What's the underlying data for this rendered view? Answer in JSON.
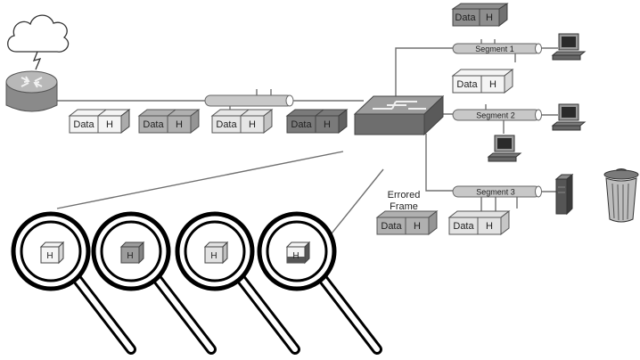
{
  "colors": {
    "frame_white": "#f4f4f4",
    "frame_light_gray": "#b0b0b0",
    "frame_medium_gray": "#8e8e8e",
    "frame_dark_gray": "#6c6c6c",
    "cable": "#c8c8c8",
    "switch": "#8a8a8a",
    "router": "#9a9a9a"
  },
  "icons": {
    "cloud": "cloud-icon",
    "router": "router-icon",
    "switch": "switch-icon",
    "workstation": "workstation-icon",
    "server": "server-icon",
    "trash": "trash-can-icon",
    "magnifier": "magnifying-glass-icon"
  },
  "frame_labels": {
    "data": "Data",
    "header": "H"
  },
  "segments": [
    {
      "label": "Segment 1"
    },
    {
      "label": "Segment 2"
    },
    {
      "label": "Segment 3"
    }
  ],
  "errored_frame": {
    "line1": "Errored",
    "line2": "Frame"
  },
  "magnified_header": {
    "label": "H"
  }
}
